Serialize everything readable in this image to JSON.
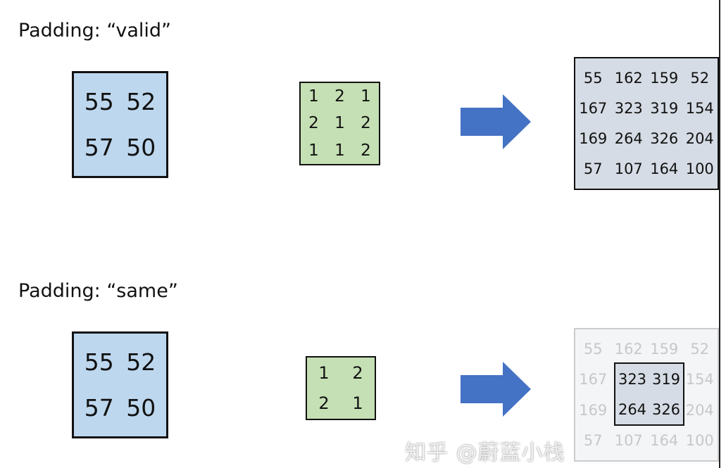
{
  "valid": {
    "title": "Padding: “valid”",
    "input": [
      "55",
      "52",
      "57",
      "50"
    ],
    "kernel": [
      "1",
      "2",
      "1",
      "2",
      "1",
      "2",
      "1",
      "1",
      "2"
    ],
    "output": [
      "55",
      "162",
      "159",
      "52",
      "167",
      "323",
      "319",
      "154",
      "169",
      "264",
      "326",
      "204",
      "57",
      "107",
      "164",
      "100"
    ]
  },
  "same": {
    "title": "Padding: “same”",
    "input": [
      "55",
      "52",
      "57",
      "50"
    ],
    "kernel": [
      "1",
      "2",
      "2",
      "1"
    ],
    "output": [
      "55",
      "162",
      "159",
      "52",
      "167",
      "",
      "",
      "154",
      "169",
      "",
      "",
      "204",
      "57",
      "107",
      "164",
      "100"
    ],
    "highlight": [
      "323",
      "319",
      "264",
      "326"
    ]
  },
  "colors": {
    "input": "#bdd7ee",
    "kernel": "#c5e0b4",
    "output": "#d6dce5",
    "arrow": "#4472c4"
  },
  "watermark": "知乎 @蔚蓝小栈"
}
